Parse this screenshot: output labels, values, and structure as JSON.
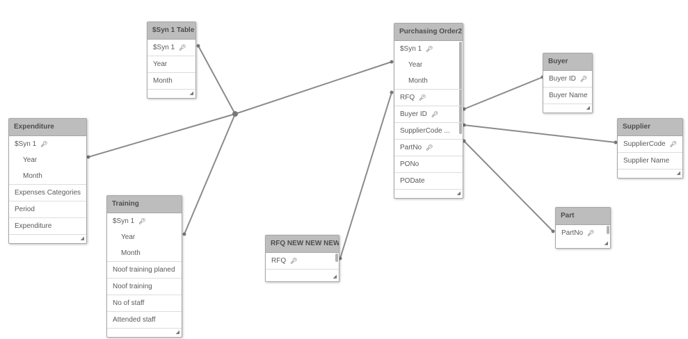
{
  "tables": {
    "syn_table": {
      "title": "$Syn 1 Table",
      "fields": [
        {
          "label": "$Syn 1",
          "key": true,
          "sub": false
        },
        {
          "label": "Year",
          "key": false,
          "sub": false
        },
        {
          "label": "Month",
          "key": false,
          "sub": false
        }
      ]
    },
    "expenditure": {
      "title": "Expenditure",
      "fields": [
        {
          "label": "$Syn 1",
          "key": true,
          "sub": false
        },
        {
          "label": "Year",
          "key": false,
          "sub": true
        },
        {
          "label": "Month",
          "key": false,
          "sub": true
        },
        {
          "label": "Expenses Categories",
          "key": false,
          "sub": false
        },
        {
          "label": "Period",
          "key": false,
          "sub": false
        },
        {
          "label": "Expenditure",
          "key": false,
          "sub": false
        }
      ]
    },
    "training": {
      "title": "Training",
      "fields": [
        {
          "label": "$Syn 1",
          "key": true,
          "sub": false
        },
        {
          "label": "Year",
          "key": false,
          "sub": true
        },
        {
          "label": "Month",
          "key": false,
          "sub": true
        },
        {
          "label": "Noof training planed",
          "key": false,
          "sub": false
        },
        {
          "label": "Noof training",
          "key": false,
          "sub": false
        },
        {
          "label": "No of staff",
          "key": false,
          "sub": false
        },
        {
          "label": "Attended staff",
          "key": false,
          "sub": false
        }
      ]
    },
    "purchasing_order": {
      "title": "Purchasing Order2",
      "fields": [
        {
          "label": "$Syn 1",
          "key": true,
          "sub": false
        },
        {
          "label": "Year",
          "key": false,
          "sub": true
        },
        {
          "label": "Month",
          "key": false,
          "sub": true
        },
        {
          "label": "RFQ",
          "key": true,
          "sub": false
        },
        {
          "label": "Buyer ID",
          "key": true,
          "sub": false
        },
        {
          "label": "SupplierCode ...",
          "key": false,
          "sub": false
        },
        {
          "label": "PartNo",
          "key": true,
          "sub": false
        },
        {
          "label": "PONo",
          "key": false,
          "sub": false
        },
        {
          "label": "PODate",
          "key": false,
          "sub": false
        }
      ]
    },
    "rfq": {
      "title": "RFQ NEW NEW NEW",
      "fields": [
        {
          "label": "RFQ",
          "key": true,
          "sub": false
        }
      ]
    },
    "buyer": {
      "title": "Buyer",
      "fields": [
        {
          "label": "Buyer ID",
          "key": true,
          "sub": false
        },
        {
          "label": "Buyer Name",
          "key": false,
          "sub": false
        }
      ]
    },
    "supplier": {
      "title": "Supplier",
      "fields": [
        {
          "label": "SupplierCode",
          "key": true,
          "sub": false
        },
        {
          "label": "Supplier Name",
          "key": false,
          "sub": false
        }
      ]
    },
    "part": {
      "title": "Part",
      "fields": [
        {
          "label": "PartNo",
          "key": true,
          "sub": false
        }
      ]
    }
  },
  "icons": {
    "key": "key-icon",
    "resize": "resize-grip-icon"
  },
  "colors": {
    "header": "#bdbdbd",
    "link": "#808080",
    "border": "#a6a6a6"
  }
}
